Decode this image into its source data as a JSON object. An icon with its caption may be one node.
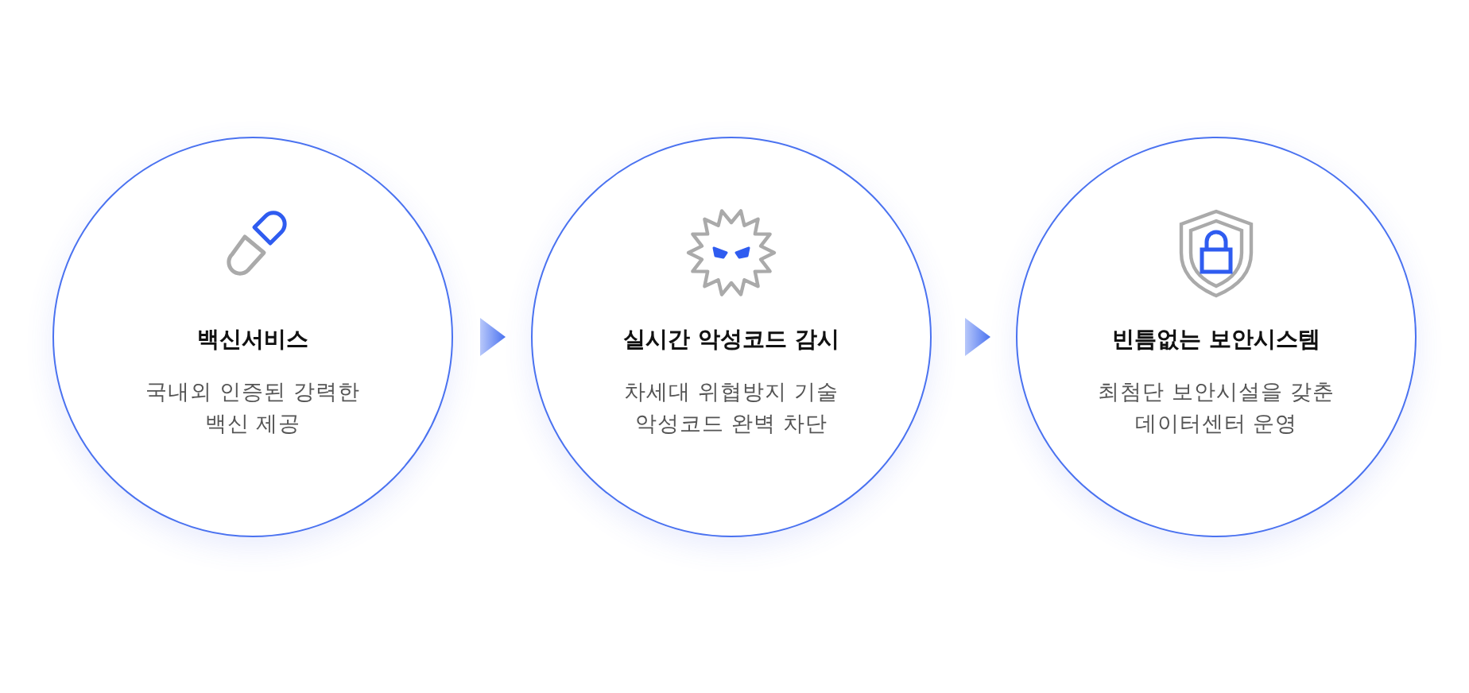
{
  "diagram": {
    "nodes": [
      {
        "text": [
          "백신서비스",
          "국내외 인증된 강력한 백신 제공"
        ]
      },
      {
        "text": [
          "실시간 악성코드 감시",
          "차세대 위협방지 기술 악성코드 완벽 차단"
        ]
      },
      {
        "text": [
          "빈틈없는 보안시스템",
          "최첨단 보안시설을 갖춘 데이터센터 운영"
        ]
      }
    ],
    "edges": [
      {
        "from": 0,
        "to": 1,
        "arrow": "to"
      },
      {
        "from": 1,
        "to": 2,
        "arrow": "to"
      }
    ]
  }
}
